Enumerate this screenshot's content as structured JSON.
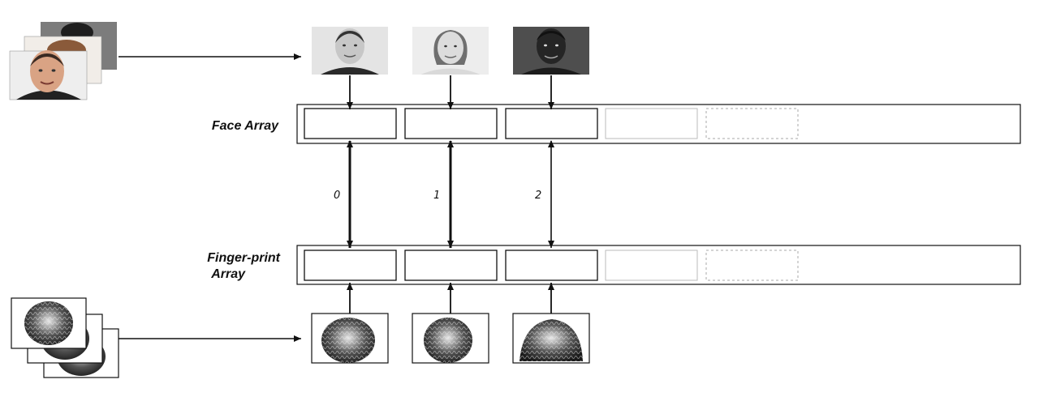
{
  "labels": {
    "face_array": "Face Array",
    "fingerprint_array_line1": "Finger-print",
    "fingerprint_array_line2": "Array"
  },
  "indices": [
    "0",
    "1",
    "2"
  ],
  "face_array": {
    "slots": [
      {
        "state": "filled",
        "image": "face-photo-1"
      },
      {
        "state": "filled",
        "image": "face-photo-2"
      },
      {
        "state": "filled",
        "image": "face-photo-3"
      },
      {
        "state": "empty"
      },
      {
        "state": "dashed"
      }
    ]
  },
  "fingerprint_array": {
    "slots": [
      {
        "state": "filled",
        "image": "fingerprint-image-1"
      },
      {
        "state": "filled",
        "image": "fingerprint-image-2"
      },
      {
        "state": "filled",
        "image": "fingerprint-image-3"
      },
      {
        "state": "empty"
      },
      {
        "state": "dashed"
      }
    ]
  },
  "colors": {
    "stroke": "#111111",
    "faint_stroke": "#bbbbbb",
    "background": "#ffffff"
  }
}
